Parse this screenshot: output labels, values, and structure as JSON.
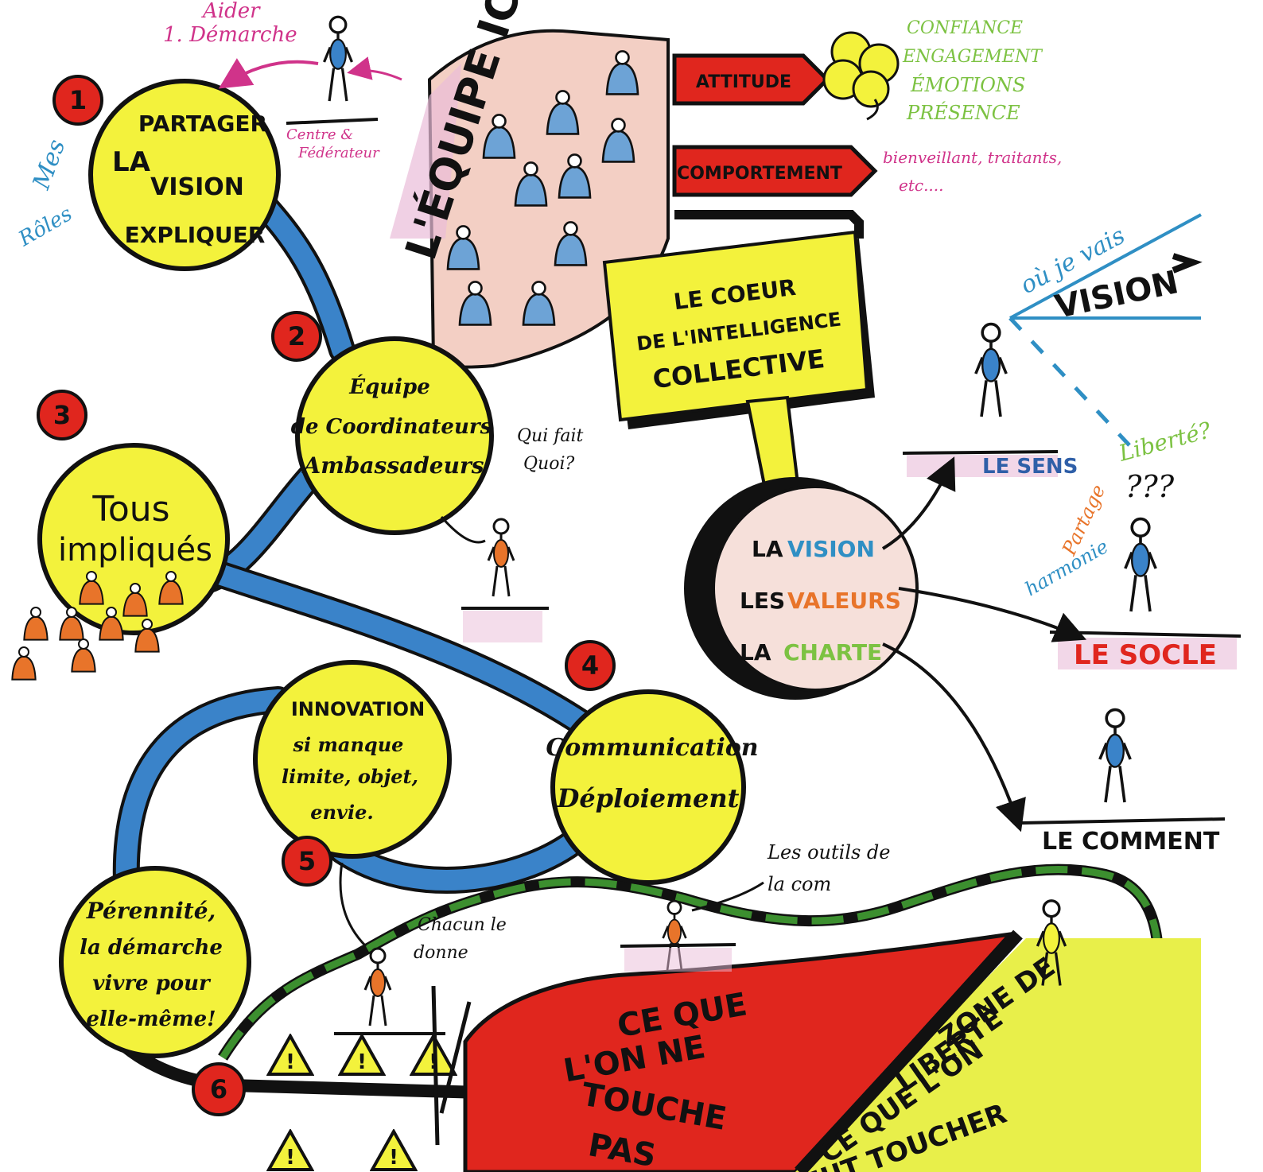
{
  "header_notes": {
    "top_left": "Aider\n1. Démarche"
  },
  "steps": {
    "s1": "1",
    "s2": "2",
    "s3": "3",
    "s4": "4",
    "s5": "5",
    "s6": "6"
  },
  "circles": {
    "partager": [
      "PARTAGER",
      "LA",
      "VISION",
      "EXPLIQUER"
    ],
    "side_note": [
      "Mes",
      "Rôles"
    ],
    "ambassadeurs": [
      "Équipe",
      "de Coordinateurs",
      "Ambassadeurs"
    ],
    "tous": [
      "Tous",
      "impliqués"
    ],
    "innovation": [
      "INNOVATION",
      "si manque",
      "limite, objet,",
      "envie."
    ],
    "communication": [
      "Communication",
      "Déploiement"
    ],
    "perennite": [
      "Pérennité,",
      "la démarche",
      "vivre pour",
      "elle-même!"
    ],
    "centre": {
      "l1a": "LA",
      "l1b": "VISION",
      "l2a": "LES",
      "l2b": "VALEURS",
      "l3a": "LA",
      "l3b": "CHARTE"
    }
  },
  "small_labels": {
    "centre_pointer": "Centre &\nFédérateur",
    "qui_fait": "Qui fait\nQuoi?",
    "outils": "Les outils de\nla com",
    "chacun": "Chacun le\ndonne",
    "liberte": "Liberté?",
    "questions": "???",
    "partage": "Partage",
    "harmonie": "harmonie",
    "vais": "où je vais"
  },
  "team": {
    "title": "L'ÉQUIPE IC",
    "attitude": "ATTITUDE",
    "comportement": "COMPORTEMENT",
    "attitude_words": [
      "CONFIANCE",
      "ENGAGEMENT",
      "ÉMOTIONS",
      "PRÉSENCE"
    ],
    "comportement_words": [
      "bienveillant, traitants,",
      "etc...."
    ]
  },
  "sign": [
    "LE COEUR",
    "DE L'INTELLIGENCE",
    "COLLECTIVE"
  ],
  "vision_arrow": "VISION",
  "platforms": {
    "sens": "LE SENS",
    "socle": "LE SOCLE",
    "comment": "LE COMMENT"
  },
  "zones": {
    "red": [
      "CE QUE",
      "L'ON NE",
      "TOUCHE",
      "PAS"
    ],
    "green": [
      "ZONE DE",
      "LIBERTÉ",
      "CE QUE L'ON",
      "PEUT TOUCHER"
    ]
  },
  "colors": {
    "yellow": "#f3f23c",
    "blue": "#3a83c9",
    "red": "#e0261e",
    "green": "#3c8f2f",
    "pink": "#e9bcd8",
    "orange": "#e8742a",
    "magenta": "#d0338a",
    "light_green": "#7cc242",
    "zone_yellow": "#e8ef4a",
    "black": "#111111"
  }
}
